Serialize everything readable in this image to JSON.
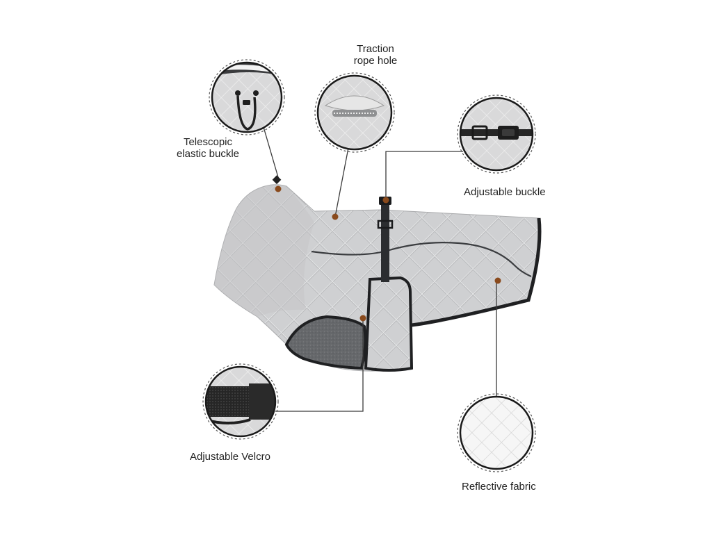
{
  "callouts": {
    "traction_rope_hole": {
      "line1": "Traction",
      "line2": "rope hole"
    },
    "telescopic_elastic_buckle": {
      "line1": "Telescopic",
      "line2": "elastic buckle"
    },
    "adjustable_buckle": {
      "label": "Adjustable buckle"
    },
    "adjustable_velcro": {
      "label": "Adjustable Velcro"
    },
    "reflective_fabric": {
      "label": "Reflective fabric"
    }
  },
  "colors": {
    "fabric": "#cfd0d2",
    "fabric_shadow": "#b7b8ba",
    "quilt_line": "#e6e7e8",
    "binding": "#1f2022",
    "strap": "#2b2d30",
    "lining": "#6b6d70",
    "marker": "#8a4a1c",
    "leader": "#3a3a3a"
  }
}
